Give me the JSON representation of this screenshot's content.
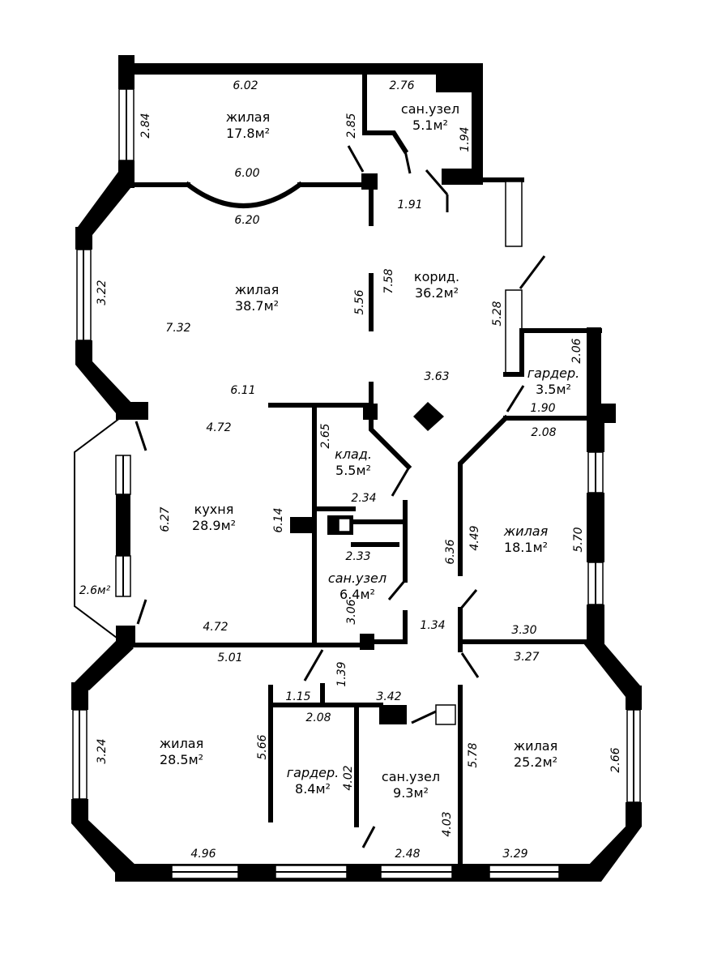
{
  "rooms": [
    {
      "id": "living-1",
      "name": "жилая",
      "area": "17.8м²"
    },
    {
      "id": "bath-1",
      "name": "сан.узел",
      "area": "5.1м²"
    },
    {
      "id": "living-2",
      "name": "жилая",
      "area": "38.7м²"
    },
    {
      "id": "corridor",
      "name": "корид.",
      "area": "36.2м²"
    },
    {
      "id": "wardrobe-1",
      "name": "гардер.",
      "area": "3.5м²"
    },
    {
      "id": "storage",
      "name": "клад.",
      "area": "5.5м²"
    },
    {
      "id": "kitchen",
      "name": "кухня",
      "area": "28.9м²"
    },
    {
      "id": "bath-2",
      "name": "сан.узел",
      "area": "6.4м²"
    },
    {
      "id": "living-3",
      "name": "жилая",
      "area": "18.1м²"
    },
    {
      "id": "living-4",
      "name": "жилая",
      "area": "28.5м²"
    },
    {
      "id": "wardrobe-2",
      "name": "гардер.",
      "area": "8.4м²"
    },
    {
      "id": "bath-3",
      "name": "сан.узел",
      "area": "9.3м²"
    },
    {
      "id": "living-5",
      "name": "жилая",
      "area": "25.2м²"
    }
  ],
  "dimensions": [
    "6.02",
    "2.76",
    "2.84",
    "2.85",
    "1.94",
    "6.00",
    "1.91",
    "6.20",
    "3.22",
    "7.58",
    "5.56",
    "5.28",
    "7.32",
    "2.06",
    "3.63",
    "6.11",
    "1.90",
    "4.72",
    "2.65",
    "2.08",
    "2.34",
    "6.27",
    "6.14",
    "4.49",
    "5.70",
    "6.36",
    "2.33",
    "2.6м²",
    "3.06",
    "1.34",
    "4.72",
    "3.30",
    "5.01",
    "3.27",
    "1.39",
    "1.15",
    "3.42",
    "2.08",
    "5.66",
    "5.78",
    "3.24",
    "4.02",
    "2.66",
    "4.03",
    "4.96",
    "2.48",
    "3.29"
  ]
}
